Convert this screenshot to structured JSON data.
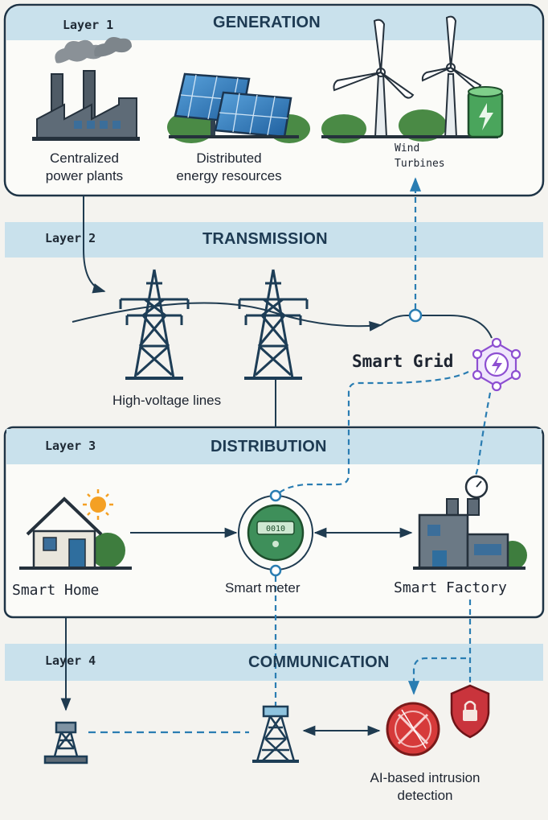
{
  "layers": [
    {
      "label": "Layer 1",
      "title": "GENERATION"
    },
    {
      "label": "Layer 2",
      "title": "TRANSMISSION"
    },
    {
      "label": "Layer 3",
      "title": "DISTRIBUTION"
    },
    {
      "label": "Layer 4",
      "title": "COMMUNICATION"
    }
  ],
  "generation": {
    "centralized_line1": "Centralized",
    "centralized_line2": "power plants",
    "distributed_line1": "Distributed",
    "distributed_line2": "energy resources",
    "wind_line1": "Wind",
    "wind_line2": "Turbines"
  },
  "transmission": {
    "hv_lines": "High-voltage lines",
    "smart_grid": "Smart Grid"
  },
  "distribution": {
    "smart_home": "Smart Home",
    "smart_meter": "Smart meter",
    "smart_factory": "Smart Factory",
    "meter_display": "0010"
  },
  "communication": {
    "ids_line1": "AI-based intrusion",
    "ids_line2": "detection"
  },
  "colors": {
    "band": "#c9e1ec",
    "frame": "#1e3446",
    "line": "#1f3b50",
    "dashed": "#2a7db2",
    "tower": "#1d3d56",
    "hub": "#8d4fd1",
    "meter": "#3e8f5a",
    "ids": "#d63a3a",
    "shield": "#c9343c",
    "solar": "#2f6fb0",
    "green": "#3e7d3e",
    "sun": "#f4a024"
  }
}
